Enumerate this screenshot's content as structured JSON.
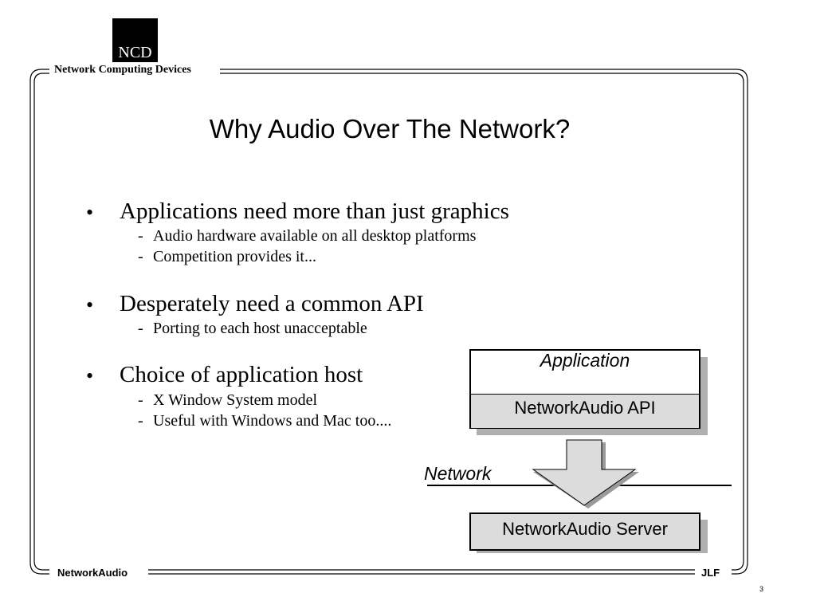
{
  "logo": {
    "text": "NCD"
  },
  "header": {
    "company": "Network Computing Devices"
  },
  "slide": {
    "title": "Why Audio Over The Network?",
    "bullets": [
      {
        "text": "Applications need more than just graphics",
        "subs": [
          "Audio hardware available on all desktop platforms",
          "Competition provides it..."
        ]
      },
      {
        "text": "Desperately need a common API",
        "subs": [
          "Porting to each host unacceptable"
        ]
      },
      {
        "text": "Choice of application host",
        "subs": [
          "X Window System model",
          "Useful with Windows and Mac too...."
        ]
      }
    ],
    "bullet_symbol": "•",
    "dash_symbol": "-"
  },
  "diagram": {
    "application_label": "Application",
    "api_label": "NetworkAudio API",
    "network_label": "Network",
    "server_label": "NetworkAudio Server"
  },
  "footer": {
    "left": "NetworkAudio",
    "right": "JLF",
    "page": "3"
  }
}
